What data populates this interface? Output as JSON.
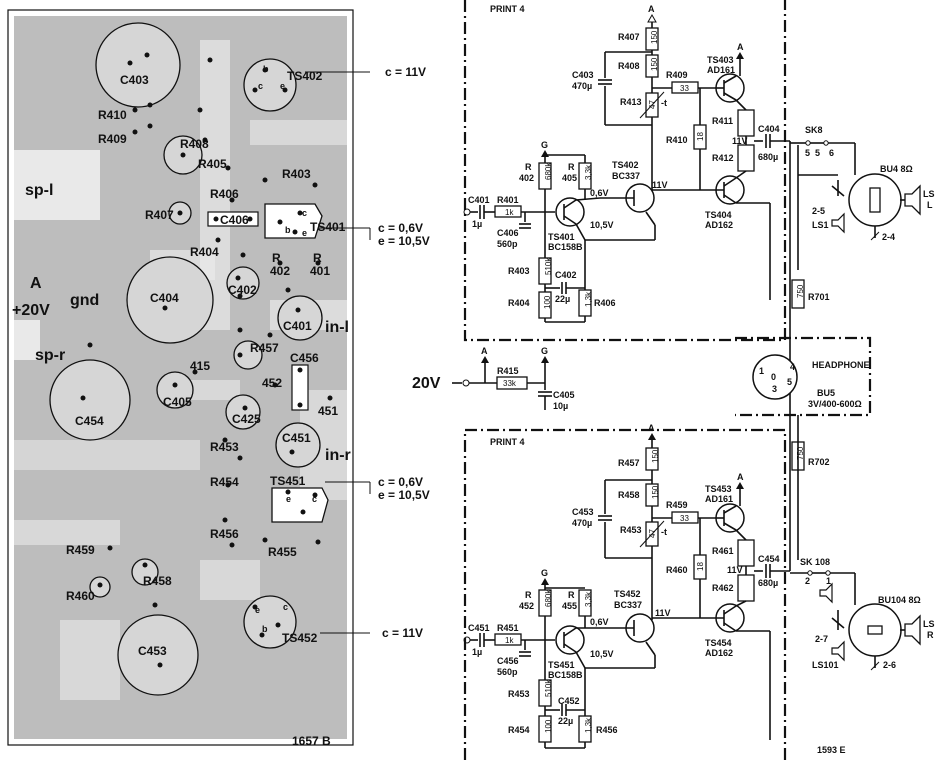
{
  "pcb": {
    "labels": {
      "c403": "C403",
      "ts402": "TS402",
      "r410": "R410",
      "r409": "R409",
      "r408": "R408",
      "r405": "R405",
      "r403": "R403",
      "spl": "sp-l",
      "r406": "R406",
      "c406": "C406",
      "r407": "R407",
      "ts401": "TS401",
      "r404": "R404",
      "c402": "C402",
      "r402": "402",
      "r401": "401",
      "r_a": "R",
      "r_b": "R",
      "a": "A",
      "plus20v": "+20V",
      "gnd": "gnd",
      "c404": "C404",
      "c401": "C401",
      "inl": "in-l",
      "spr": "sp-r",
      "r457": "R457",
      "c456": "C456",
      "r415": "415",
      "c405": "C405",
      "r452": "452",
      "c454": "C454",
      "c425": "C425",
      "r451": "451",
      "r453": "R453",
      "c451": "C451",
      "inr": "in-r",
      "r454": "R454",
      "ts451": "TS451",
      "r456": "R456",
      "r455": "R455",
      "r459": "R459",
      "r458": "R458",
      "r460": "R460",
      "c453": "C453",
      "ts452": "TS452",
      "code": "1657 B",
      "pin_b1": "b",
      "pin_c1": "c",
      "pin_e1": "e",
      "pin_c2": "c",
      "pin_b2": "b",
      "pin_e2": "e",
      "pin_c3": "c",
      "pin_e4": "e",
      "pin_c4": "c",
      "pin_b4": "b"
    },
    "callouts": {
      "ts402_c": "c = 11V",
      "ts401_c": "c = 0,6V",
      "ts401_e": "e = 10,5V",
      "ts451_c": "c = 0,6V",
      "ts451_e": "e = 10,5V",
      "ts452_c": "c = 11V"
    }
  },
  "schematic": {
    "top": {
      "print": "PRINT 4",
      "a1": "A",
      "r407": "R407",
      "r407v": "150",
      "r408": "R408",
      "r408v": "150",
      "c403": "C403",
      "c403v": "470µ",
      "r409": "R409",
      "r409v": "33",
      "r413": "R413",
      "r413v": "47",
      "t": "-t",
      "ts403": "TS403",
      "ts403t": "AD161",
      "a2": "A",
      "r411": "R411",
      "r410": "R410",
      "r410v": "18",
      "c404": "C404",
      "c404v": "680µ",
      "v11a": "11V",
      "r412": "R412",
      "g": "G",
      "r402": "R",
      "r402b": "402",
      "r402v": "680k",
      "r405": "R",
      "r405b": "405",
      "r405v": "3,3k",
      "ts402": "TS402",
      "ts402t": "BC337",
      "v11b": "11V",
      "c401": "C401",
      "c401v": "1µ",
      "r401": "R401",
      "r401v": "1k",
      "v06": "0,6V",
      "c406": "C406",
      "c406v": "560p",
      "ts401": "TS401",
      "ts401t": "BC158B",
      "v105": "10,5V",
      "ts404": "TS404",
      "ts404t": "AD162",
      "r403": "R403",
      "r403v": "510k",
      "c402": "C402",
      "c402v": "22µ",
      "r404": "R404",
      "r404v": "100",
      "r406": "R406",
      "r406v": "1,3k"
    },
    "bottom": {
      "print": "PRINT 4",
      "a1": "A",
      "r457": "R457",
      "r457v": "150",
      "r458": "R458",
      "r458v": "150",
      "c453": "C453",
      "c453v": "470µ",
      "r459": "R459",
      "r459v": "33",
      "r453": "R453",
      "r453v": "47",
      "t": "-t",
      "ts453": "TS453",
      "ts453t": "AD161",
      "a2": "A",
      "r461": "R461",
      "r460": "R460",
      "r460v": "18",
      "c454": "C454",
      "c454v": "680µ",
      "v11a": "11V",
      "r462": "R462",
      "g": "G",
      "r452": "R",
      "r452b": "452",
      "r452v": "680k",
      "r455": "R",
      "r455b": "455",
      "r455v": "3,3k",
      "ts452": "TS452",
      "ts452t": "BC337",
      "v11b": "11V",
      "c451": "C451",
      "c451v": "1µ",
      "r451": "R451",
      "r451v": "1k",
      "v06": "0,6V",
      "c456": "C456",
      "c456v": "560p",
      "ts451": "TS451",
      "ts451t": "BC158B",
      "v105": "10,5V",
      "ts454": "TS454",
      "ts454t": "AD162",
      "r453b": "R453",
      "r453bv": "510k",
      "c452": "C452",
      "c452v": "22µ",
      "r454": "R454",
      "r454v": "100",
      "r456": "R456",
      "r456v": "1,3k"
    },
    "supply": {
      "v20": "20V",
      "a": "A",
      "g": "G",
      "r415": "R415",
      "r415v": "33k",
      "c405": "C405",
      "c405v": "10µ"
    },
    "right": {
      "sk8": "SK8",
      "sk8_5a": "5",
      "sk8_5b": "5",
      "sk8_6": "6",
      "bu4": "BU4  8Ω",
      "ls": "LS",
      "l": "L",
      "p25": "2-5",
      "ls1": "LS1",
      "p24": "2-4",
      "r701": "R701",
      "r701v": "750",
      "headphone": "HEADPHONE",
      "bu5": "BU5",
      "bu5spec": "3V/400-600Ω",
      "hp_4": "4",
      "hp_1": "1",
      "hp_0": "0",
      "hp_3": "3",
      "hp_5": "5",
      "r702": "R702",
      "r702v": "750",
      "sk108": "SK 108",
      "sk108_2": "2",
      "sk108_1": "1",
      "bu104": "BU104  8Ω",
      "ls2": "LS",
      "r": "R",
      "p27": "2-7",
      "ls101": "LS101",
      "p26": "2-6",
      "code": "1593 E"
    }
  }
}
